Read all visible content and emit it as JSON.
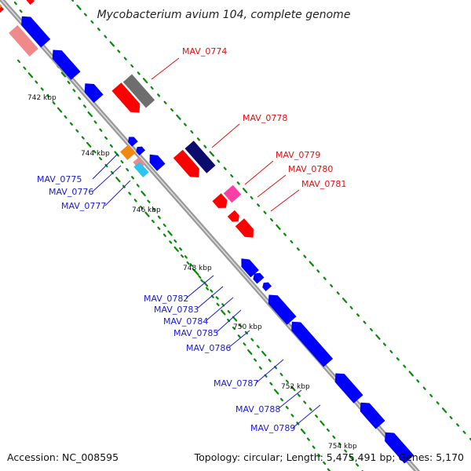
{
  "title": "Mycobacterium avium 104, complete genome",
  "footer": {
    "accession": "Accession: NC_008595",
    "summary": "Topology: circular; Length: 5,475,491 bp; Genes: 5,170"
  },
  "colors": {
    "backbone": "#8c8c8c",
    "forward_gene": "#ff0000",
    "reverse_gene": "#0000ff",
    "dark_gray": "#6e6e6e",
    "navy": "#0b0b6e",
    "pink": "#ff3ea5",
    "salmon": "#f08a8a",
    "orange": "#f08a10",
    "cyan": "#2ec4f0",
    "gc_dots": "#0a8a0a",
    "label_red": "#e01010",
    "label_blue": "#1a1ad0"
  },
  "kbp_labels": [
    "742 kbp",
    "744 kbp",
    "746 kbp",
    "748 kbp",
    "750 kbp",
    "752 kbp",
    "754 kbp"
  ],
  "forward_labels": [
    "MAV_0774",
    "MAV_0778",
    "MAV_0779",
    "MAV_0780",
    "MAV_0781"
  ],
  "reverse_labels": [
    "MAV_0775",
    "MAV_0776",
    "MAV_0777",
    "MAV_0782",
    "MAV_0783",
    "MAV_0784",
    "MAV_0785",
    "MAV_0786",
    "MAV_0787",
    "MAV_0788",
    "MAV_0789"
  ]
}
